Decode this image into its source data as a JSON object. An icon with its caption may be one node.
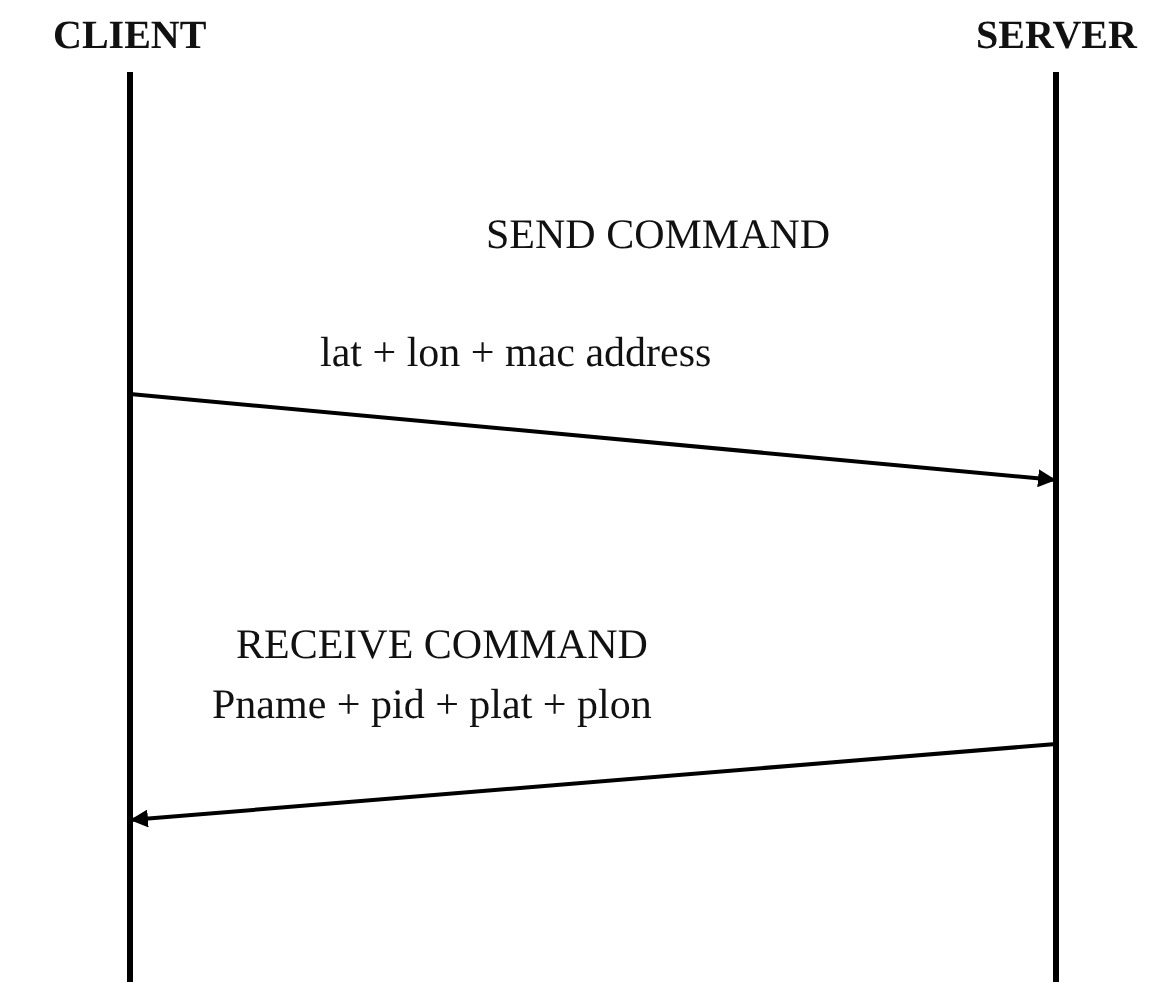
{
  "diagram": {
    "nodes": [
      {
        "text": [
          "CLIENT"
        ]
      },
      {
        "text": [
          "SERVER"
        ]
      }
    ],
    "edges": [
      {
        "from": 0,
        "to": 1,
        "arrow": "to",
        "label": "lat + lon + mac address"
      },
      {
        "from": 1,
        "to": 0,
        "arrow": "to",
        "label": "Pname + pid + plat + plon"
      }
    ],
    "labels": [
      "SEND COMMAND",
      "RECEIVE COMMAND"
    ]
  }
}
